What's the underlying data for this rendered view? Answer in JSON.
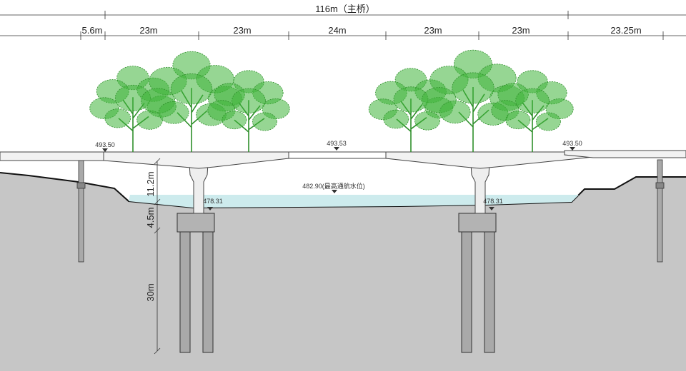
{
  "total_span": {
    "label": "116m（主桥）"
  },
  "spans": [
    {
      "label": "5.6m"
    },
    {
      "label": "23m"
    },
    {
      "label": "23m"
    },
    {
      "label": "24m"
    },
    {
      "label": "23m"
    },
    {
      "label": "23m"
    },
    {
      "label": "23.25m"
    }
  ],
  "elevations": {
    "left_deck": "493.50",
    "center_deck": "493.53",
    "right_deck": "493.50",
    "water_level": "482.90(最高通航水位)",
    "left_pier_base": "478.31",
    "right_pier_base": "478.31"
  },
  "vertical_dims": {
    "water_to_deck": "11.2m",
    "cap_depth": "4.5m",
    "pile_depth": "30m"
  },
  "colors": {
    "ground": "#c6c6c6",
    "water": "#cdebed",
    "deck": "#f2f2f2",
    "pile": "#a9a9a9",
    "tree": "#3fb53a",
    "line": "#222222"
  }
}
